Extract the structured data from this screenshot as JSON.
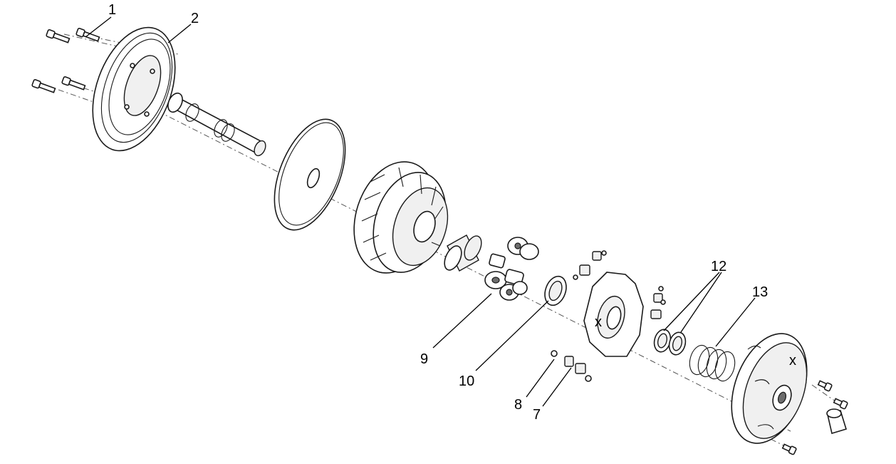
{
  "diagram": {
    "callouts": [
      {
        "id": "1",
        "label": "1"
      },
      {
        "id": "2",
        "label": "2"
      },
      {
        "id": "9",
        "label": "9"
      },
      {
        "id": "10",
        "label": "10"
      },
      {
        "id": "8",
        "label": "8"
      },
      {
        "id": "7",
        "label": "7"
      },
      {
        "id": "12",
        "label": "12"
      },
      {
        "id": "13",
        "label": "13"
      }
    ],
    "marks": {
      "x_mark": "x"
    }
  }
}
